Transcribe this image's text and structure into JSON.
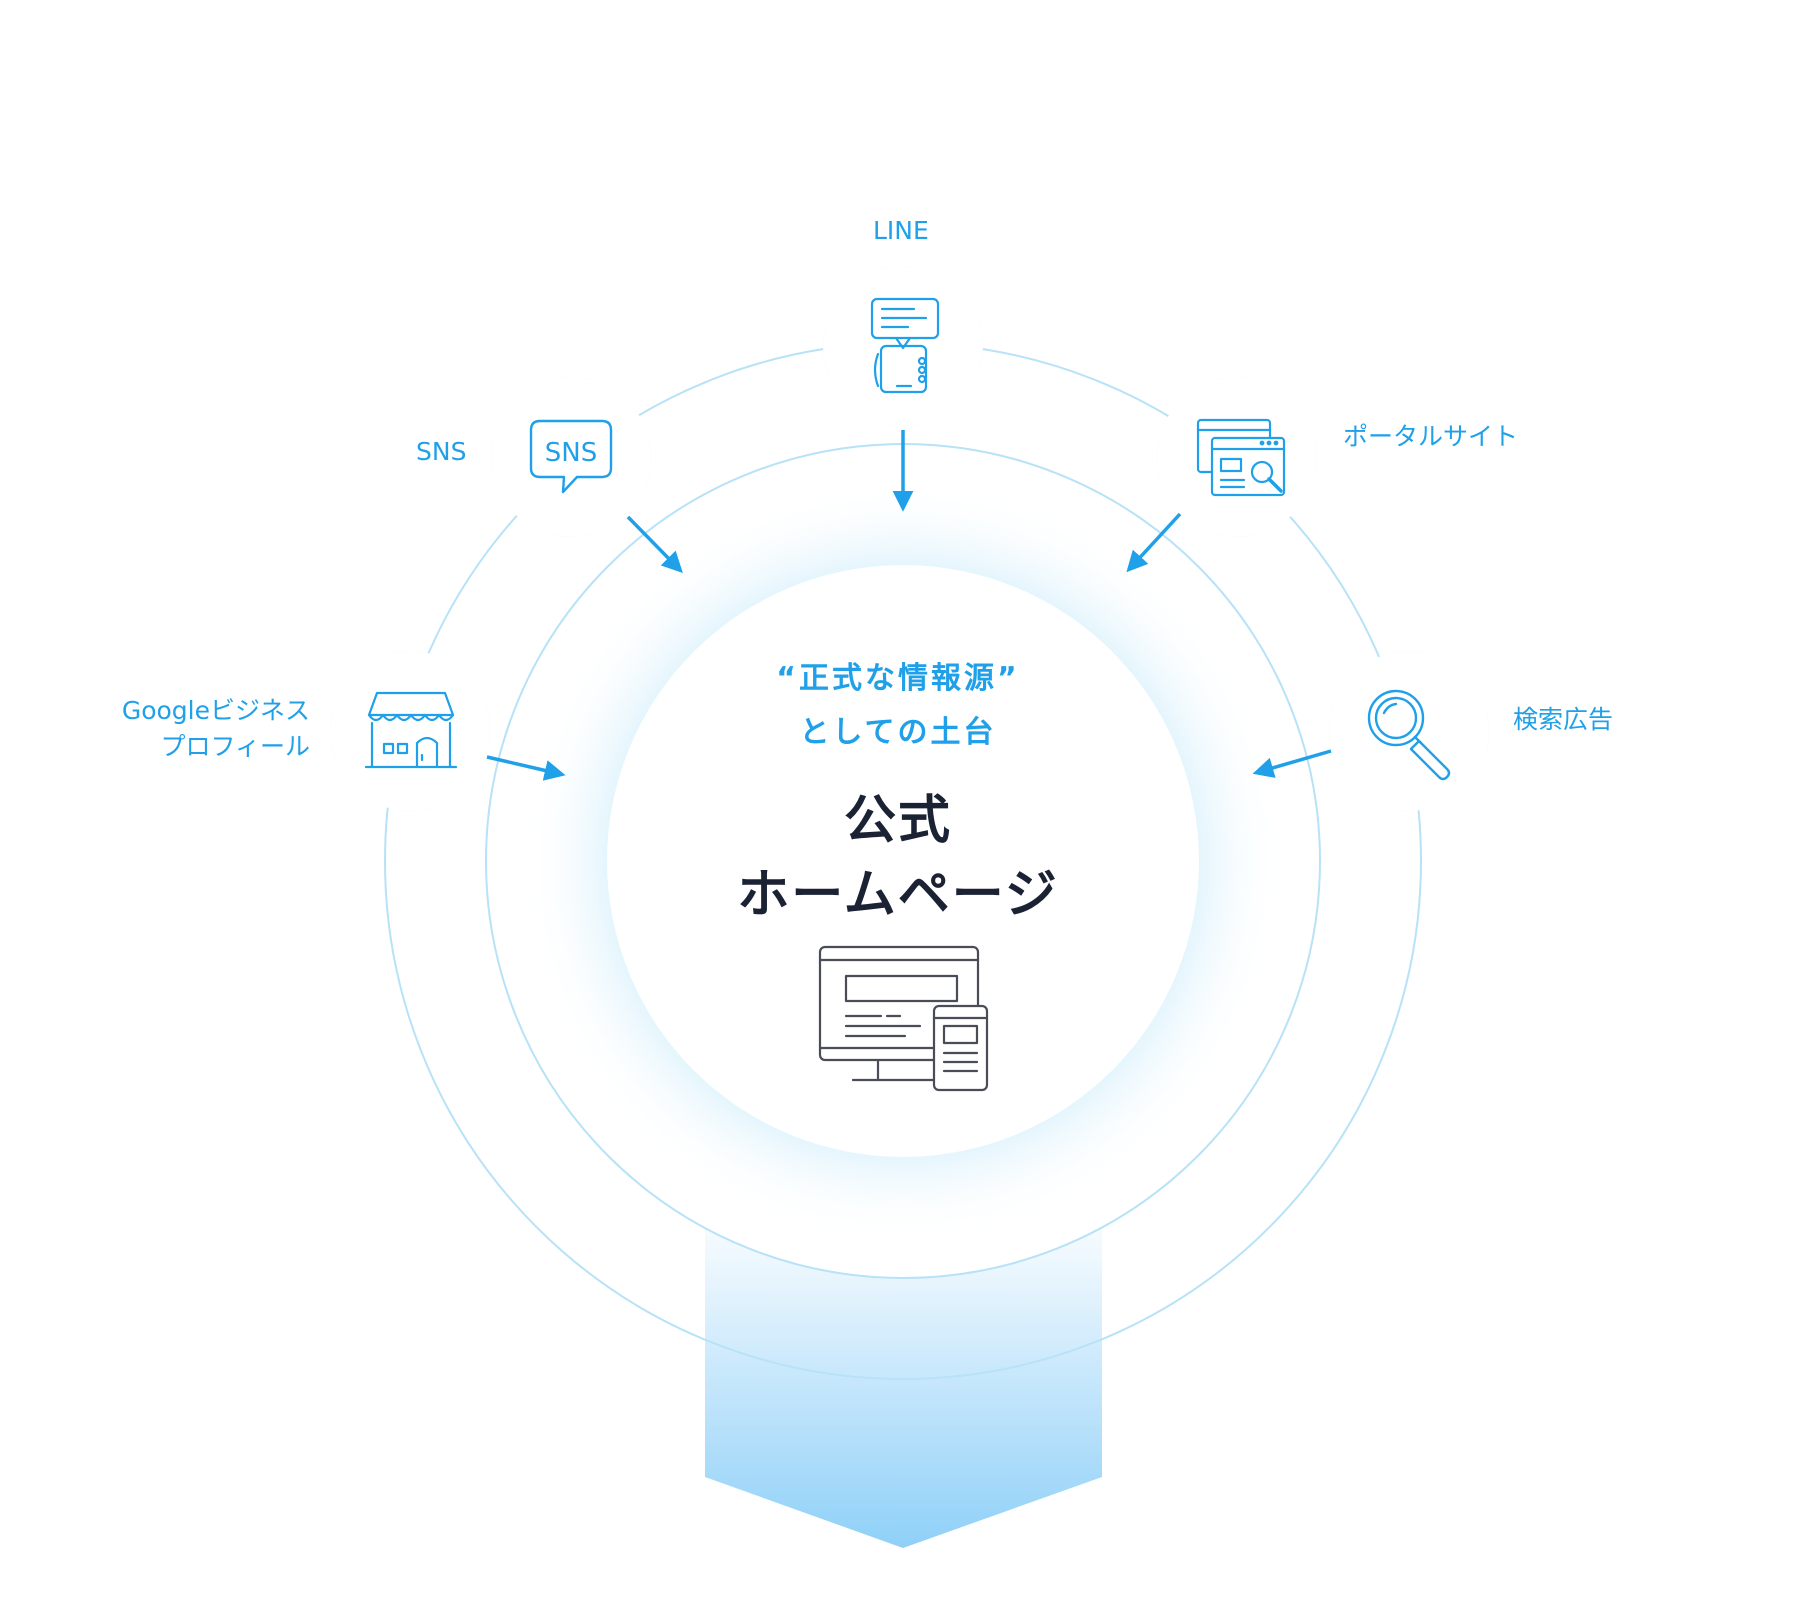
{
  "colors": {
    "accent": "#1fa0e8",
    "ring": "#b7e2f7",
    "glow": "#d3eefb",
    "title": "#1a2234",
    "icon_dark": "#4a4d57",
    "flow_top": "#ffffff",
    "flow_bottom": "#8fd0f8"
  },
  "center": {
    "subtitle_line1": "“正式な情報源”",
    "subtitle_line2": "としての土台",
    "title_line1": "公式",
    "title_line2": "ホームページ",
    "icon": "website-monitor-smartphone-icon"
  },
  "channels": {
    "line": {
      "label": "LINE",
      "icon": "chat-smartphone-icon"
    },
    "sns": {
      "label": "SNS",
      "icon": "sns-speech-bubble-icon"
    },
    "portal": {
      "label": "ポータルサイト",
      "icon": "browser-search-icon"
    },
    "google": {
      "label_line1": "Googleビジネス",
      "label_line2": "プロフィール",
      "icon": "storefront-icon"
    },
    "search_ad": {
      "label": "検索広告",
      "icon": "magnifier-icon"
    }
  }
}
